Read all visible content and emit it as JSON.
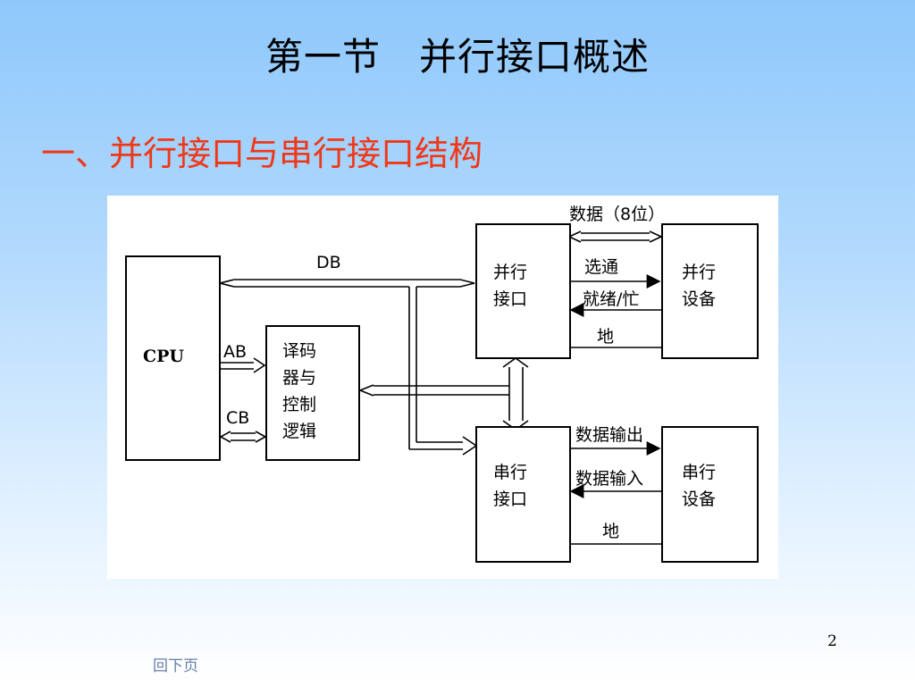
{
  "slide": {
    "title": "第一节　并行接口概述",
    "heading": "一、并行接口与串行接口结构",
    "page_number": "2",
    "nav_link": "回下页"
  },
  "diagram": {
    "cpu": "CPU",
    "decoder": "译码\n器与\n控制\n逻辑",
    "parallel_interface": "并行\n接口",
    "parallel_device": "并行\n设备",
    "serial_interface": "串行\n接口",
    "serial_device": "串行\n设备",
    "db": "DB",
    "ab": "AB",
    "cb": "CB",
    "data8": "数据（8位）",
    "select": "选通",
    "ready_busy": "就绪/忙",
    "ground_parallel": "地",
    "data_out": "数据输出",
    "data_in": "数据输入",
    "ground_serial": "地"
  }
}
